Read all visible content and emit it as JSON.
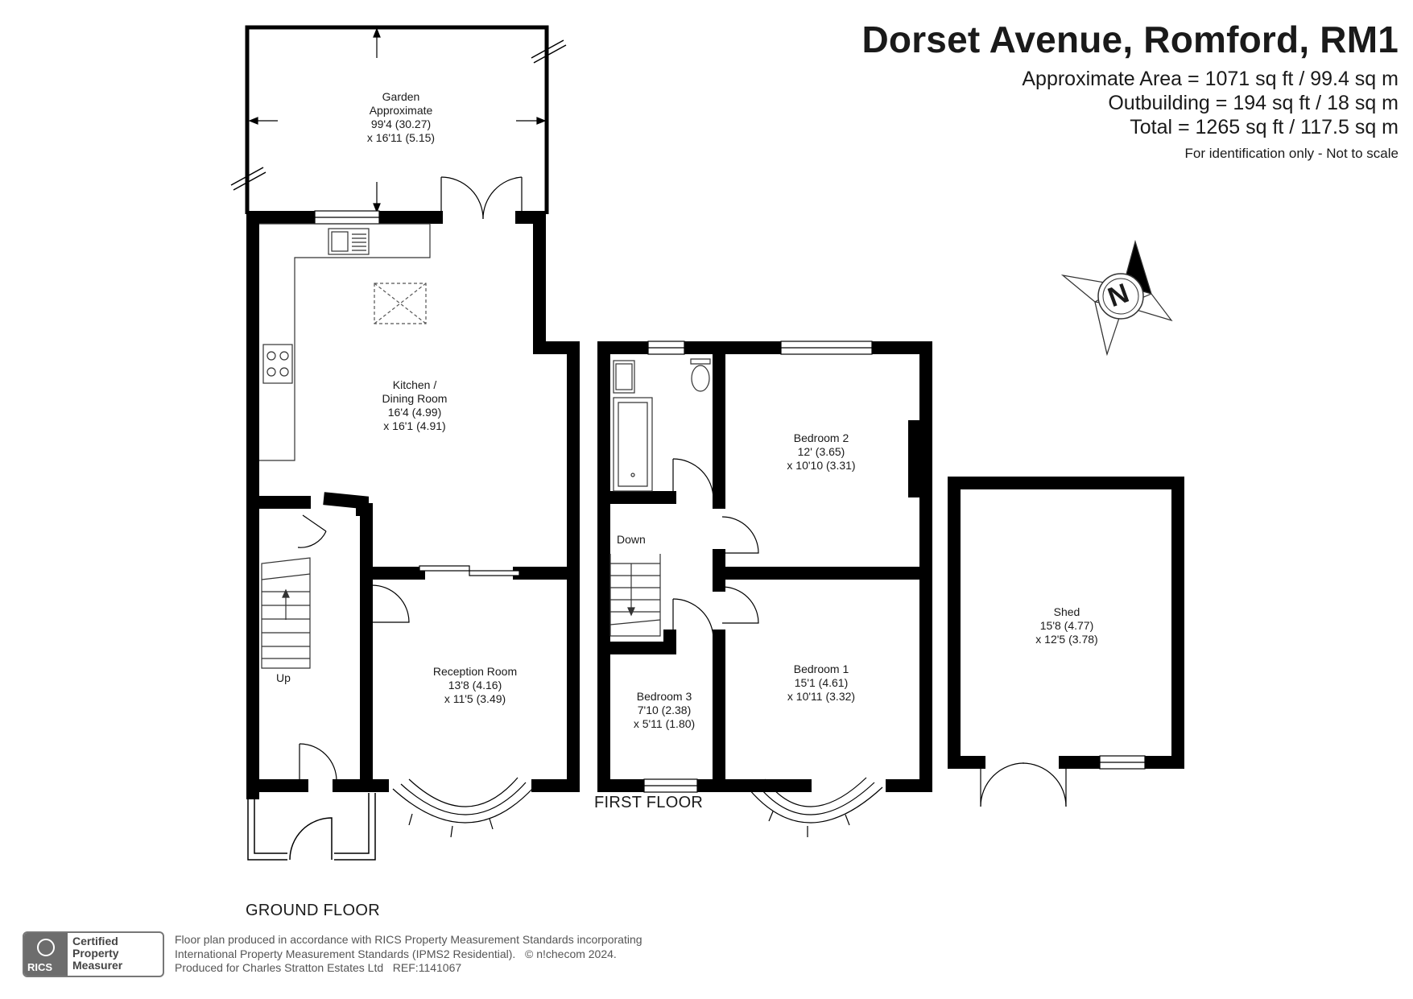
{
  "header": {
    "title": "Dorset Avenue, Romford, RM1",
    "area": "Approximate Area = 1071 sq ft / 99.4 sq m",
    "outbuilding": "Outbuilding = 194 sq ft / 18 sq m",
    "total": "Total = 1265 sq ft / 117.5 sq m",
    "note": "For identification only - Not to scale"
  },
  "floors": {
    "ground": "GROUND FLOOR",
    "first": "FIRST FLOOR"
  },
  "rooms": {
    "garden": "Garden\nApproximate\n99'4 (30.27)\nx 16'11 (5.15)",
    "kitchen": "Kitchen /\nDining Room\n16'4 (4.99)\nx 16'1 (4.91)",
    "reception": "Reception Room\n13'8 (4.16)\nx 11'5 (3.49)",
    "bedroom2": "Bedroom 2\n12' (3.65)\nx 10'10 (3.31)",
    "bedroom1": "Bedroom 1\n15'1 (4.61)\nx 10'11 (3.32)",
    "bedroom3": "Bedroom 3\n7'10 (2.38)\nx 5'11 (1.80)",
    "shed": "Shed\n15'8 (4.77)\nx 12'5 (3.78)"
  },
  "stairs": {
    "up": "Up",
    "down": "Down"
  },
  "compass": {
    "letter": "N",
    "icon": "compass-north-icon"
  },
  "footer": {
    "line1": "Floor plan produced in accordance with RICS Property Measurement Standards incorporating",
    "line2": "International Property Measurement Standards (IPMS2 Residential).   © n!checom 2024.",
    "line3": "Produced for Charles Stratton Estates Ltd   REF:1141067",
    "badge_word": "RICS",
    "badge_text": "Certified\nProperty\nMeasurer"
  },
  "colors": {
    "wall": "#000000",
    "line": "#333333",
    "text": "#1a1a1a",
    "badge": "#6d6d6d"
  }
}
